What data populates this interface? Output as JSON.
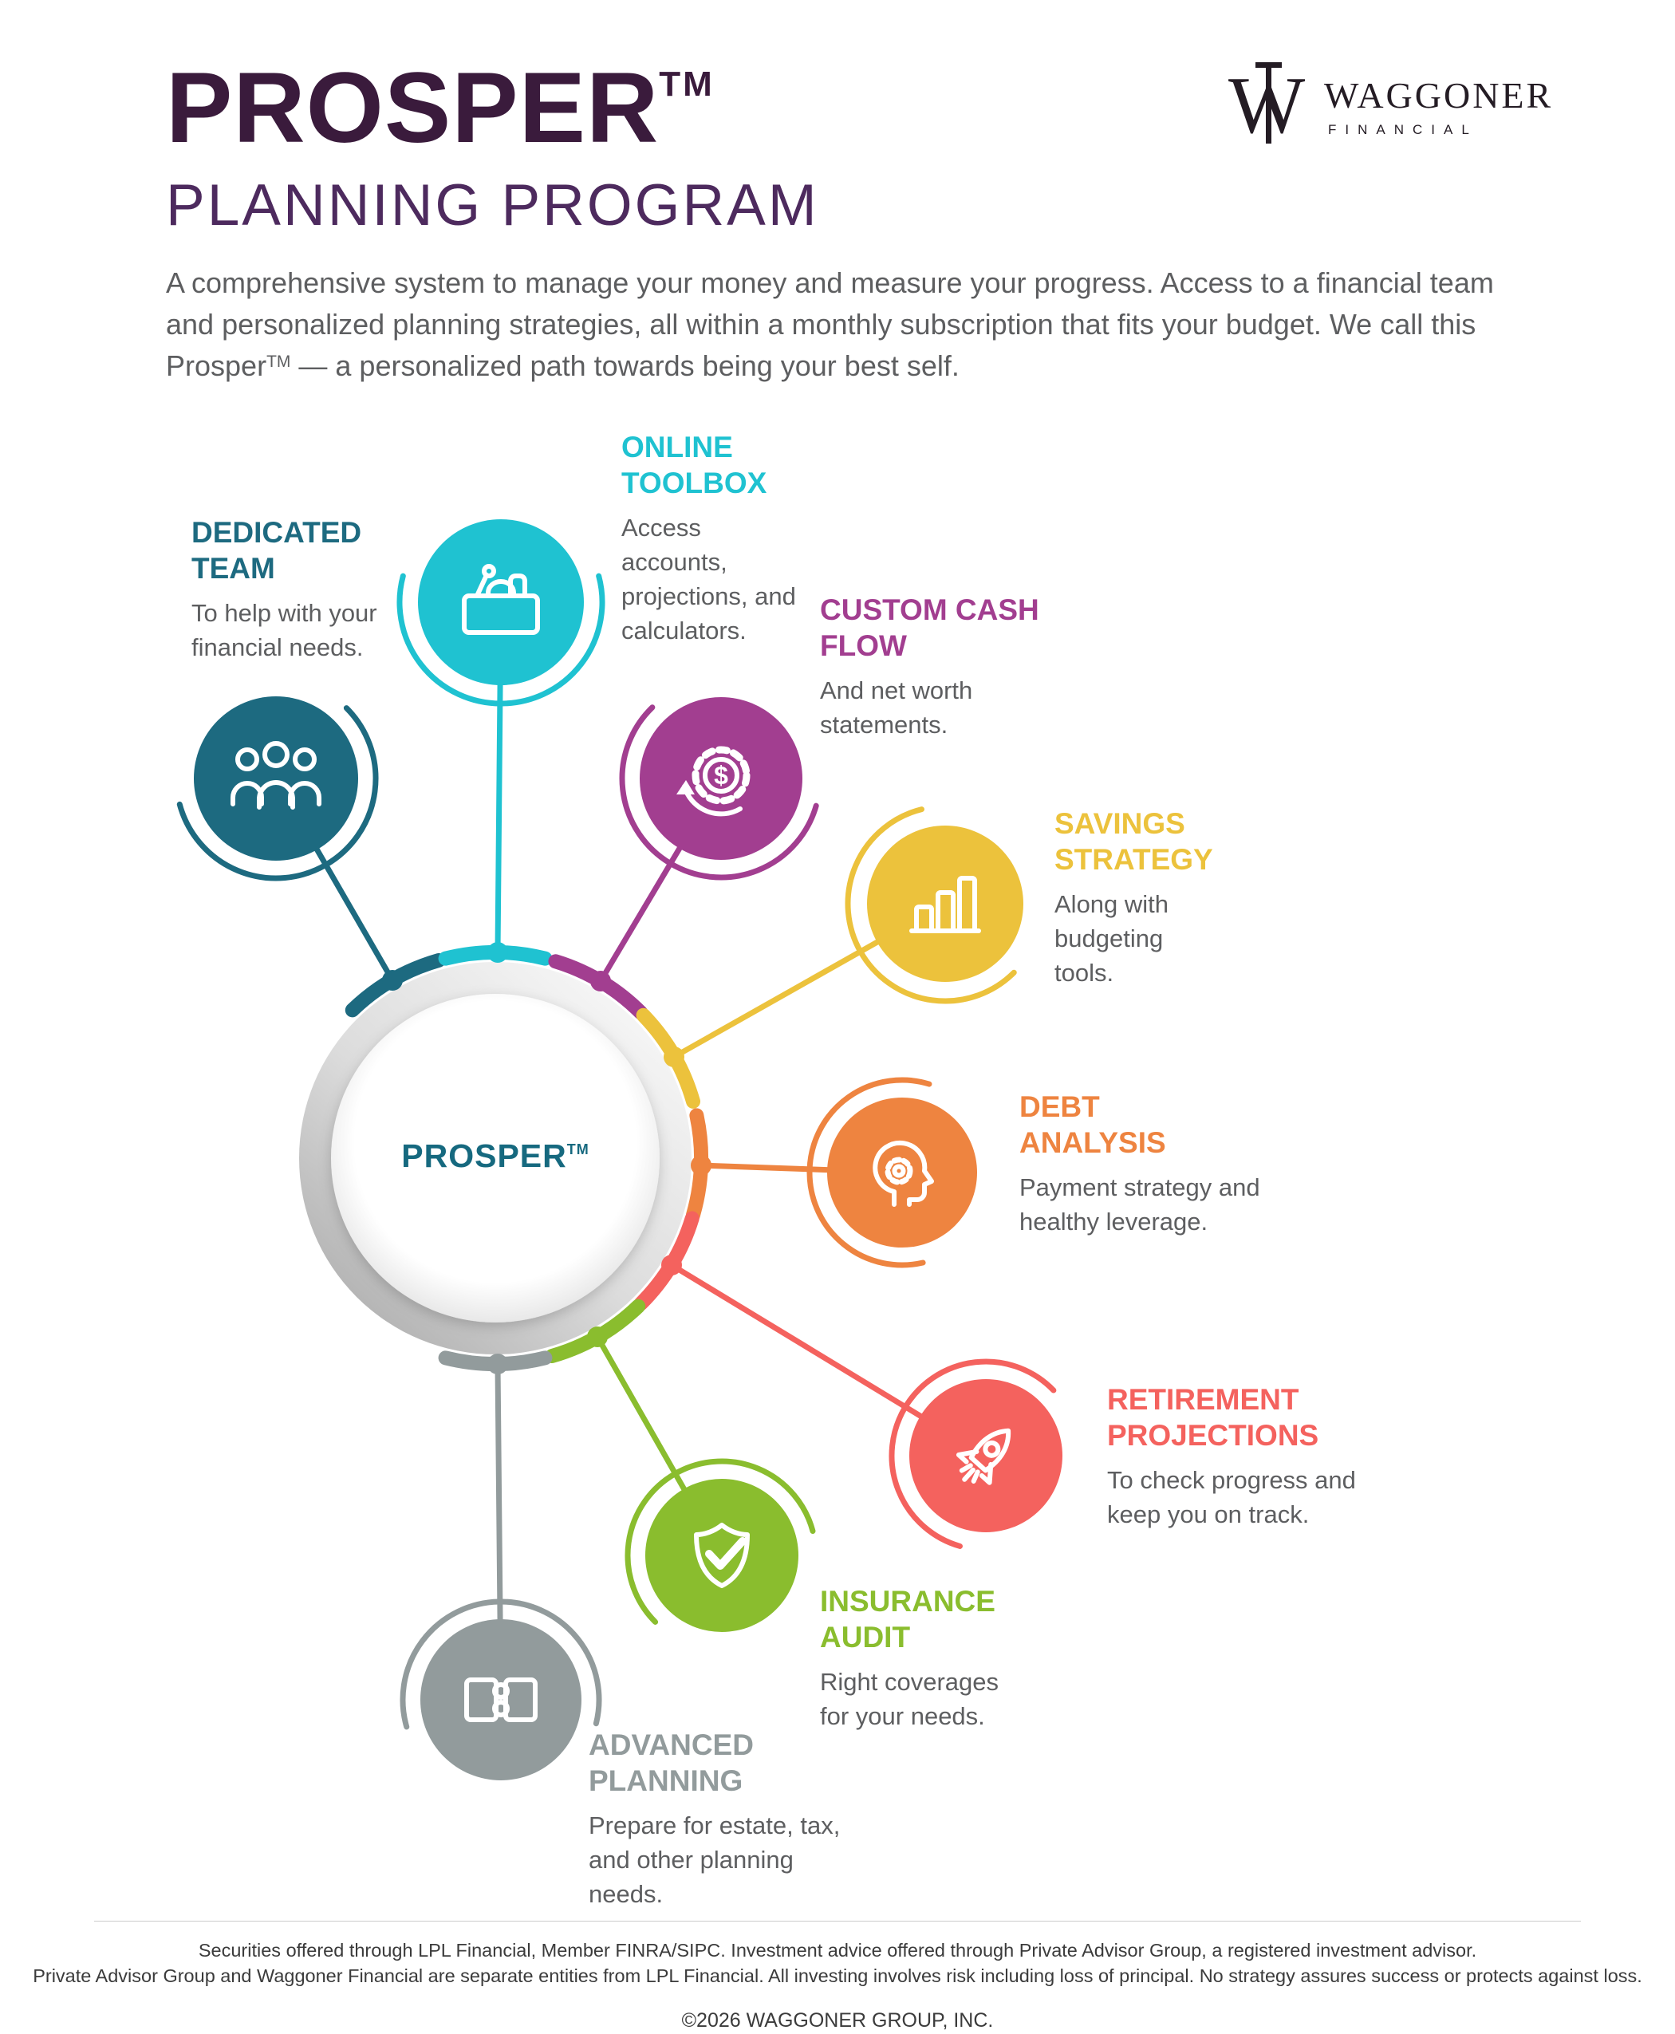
{
  "colors": {
    "title": "#3a1b3c",
    "subtitle": "#4d2a5e",
    "body_text": "#5d5e60",
    "footer_text": "#3b3b3b",
    "hub_ring_gray": "#c7c7c7"
  },
  "header": {
    "title": "PROSPER",
    "trademark": "TM",
    "subtitle": "PLANNING PROGRAM",
    "description_part1": "A comprehensive system to manage your money and measure your progress. Access to a financial team and personalized planning strategies, all within a monthly subscription that fits your budget. We call this Prosper",
    "description_tm": "TM",
    "description_part2": " — a personalized path towards being your best self."
  },
  "logo": {
    "monogram": "W",
    "name": "WAGGONER",
    "tagline": "FINANCIAL"
  },
  "hub": {
    "label": "PROSPER",
    "trademark": "TM",
    "color": "#16697f"
  },
  "icons": {
    "dollar": "$"
  },
  "nodes": [
    {
      "id": "dedicated-team",
      "title": "DEDICATED TEAM",
      "description": "To help with your financial needs.",
      "color": "#1d6a80",
      "icon": "people-icon"
    },
    {
      "id": "online-toolbox",
      "title": "ONLINE TOOLBOX",
      "description": "Access accounts, projections, and calculators.",
      "color": "#1fc2d1",
      "icon": "toolbox-icon"
    },
    {
      "id": "custom-cash-flow",
      "title": "CUSTOM CASH FLOW",
      "description": "And net worth statements.",
      "color": "#a23e90",
      "icon": "gear-dollar-icon"
    },
    {
      "id": "savings-strategy",
      "title": "SAVINGS STRATEGY",
      "description": "Along with budgeting tools.",
      "color": "#ecc23c",
      "icon": "bar-chart-icon"
    },
    {
      "id": "debt-analysis",
      "title": "DEBT ANALYSIS",
      "description": "Payment strategy and healthy leverage.",
      "color": "#ee8440",
      "icon": "head-gear-icon"
    },
    {
      "id": "retirement-projections",
      "title": "RETIREMENT PROJECTIONS",
      "description": "To check progress and keep you on track.",
      "color": "#f4625e",
      "icon": "rocket-icon"
    },
    {
      "id": "insurance-audit",
      "title": "INSURANCE AUDIT",
      "description": "Right coverages for your needs.",
      "color": "#8abd2e",
      "icon": "shield-check-icon"
    },
    {
      "id": "advanced-planning",
      "title": "ADVANCED PLANNING",
      "description": "Prepare for estate, tax, and other planning needs.",
      "color": "#929b9c",
      "icon": "puzzle-icon"
    }
  ],
  "footer": {
    "disclaimer_line1": "Securities offered through LPL Financial, Member FINRA/SIPC. Investment advice offered through Private Advisor Group, a registered investment advisor.",
    "disclaimer_line2": "Private Advisor Group and Waggoner Financial are separate entities from LPL Financial. All investing involves risk including loss of principal. No strategy assures success or protects against loss.",
    "copyright": "©2026 WAGGONER GROUP, INC."
  }
}
